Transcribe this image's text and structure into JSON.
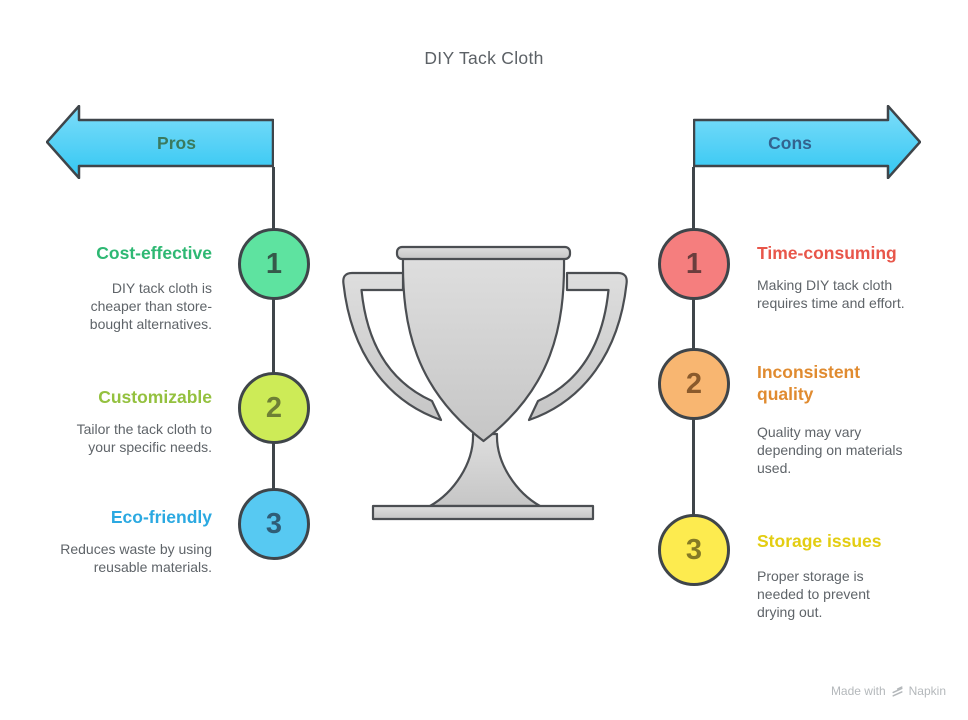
{
  "title": "DIY Tack Cloth",
  "pros": {
    "arrow_label": "Pros",
    "arrow_label_color": "#3a7a5e",
    "items": [
      {
        "number": "1",
        "heading": "Cost-effective",
        "description": "DIY tack cloth is cheaper than store-bought alternatives.",
        "heading_color": "#2eb873",
        "circle_color": "#5ee3a0",
        "number_color": "#35594a"
      },
      {
        "number": "2",
        "heading": "Customizable",
        "description": "Tailor the tack cloth to your specific needs.",
        "heading_color": "#94c13f",
        "circle_color": "#cdeb57",
        "number_color": "#6e7f35"
      },
      {
        "number": "3",
        "heading": "Eco-friendly",
        "description": "Reduces waste by using reusable materials.",
        "heading_color": "#2ba9e1",
        "circle_color": "#57c9f2",
        "number_color": "#2f5d77"
      }
    ]
  },
  "cons": {
    "arrow_label": "Cons",
    "arrow_label_color": "#33638f",
    "items": [
      {
        "number": "1",
        "heading": "Time-consuming",
        "description": "Making DIY tack cloth requires time and effort.",
        "heading_color": "#e8564a",
        "circle_color": "#f57e7e",
        "number_color": "#6b3d3d"
      },
      {
        "number": "2",
        "heading": "Inconsistent quality",
        "description": "Quality may vary depending on materials used.",
        "heading_color": "#e08b30",
        "circle_color": "#f8b671",
        "number_color": "#8a5a2c"
      },
      {
        "number": "3",
        "heading": "Storage issues",
        "description": "Proper storage is needed to prevent drying out.",
        "heading_color": "#e3cd12",
        "circle_color": "#fdeb4f",
        "number_color": "#857a25"
      }
    ]
  },
  "center_icon": "trophy-icon",
  "footer": {
    "text_prefix": "Made with",
    "brand": "Napkin"
  },
  "colors": {
    "title": "#5c6166",
    "body_text": "#5f6469",
    "outline": "#3f454a",
    "arrow_top": "#7eddf9",
    "arrow_bottom": "#33c7f3",
    "trophy_fill_light": "#dedede",
    "trophy_fill_dark": "#c6c6c6",
    "trophy_outline": "#4b4e52",
    "footer_text": "#b4b8bb"
  }
}
